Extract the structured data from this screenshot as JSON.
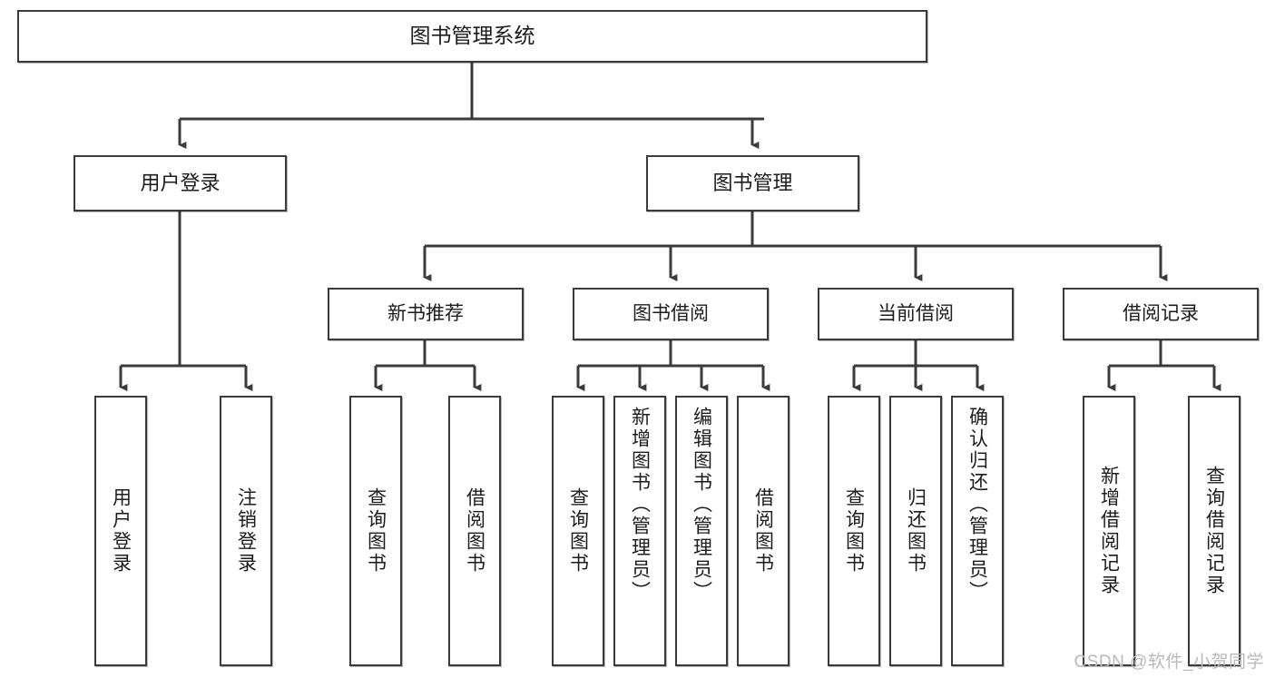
{
  "diagram": {
    "type": "tree-hierarchy-chart",
    "title": "图书管理系统",
    "watermark": "CSDN @软件_小贺同学",
    "colors": {
      "box_border": "#3b3b3b",
      "box_fill": "#ffffff",
      "connector": "#3b3b3b",
      "text": "#1c1c1c",
      "watermark": "#b9b9b9"
    },
    "nodes": {
      "root": {
        "label": "图书管理系统"
      },
      "level2": [
        {
          "id": "user-login",
          "label": "用户登录"
        },
        {
          "id": "book-management",
          "label": "图书管理"
        }
      ],
      "level3": [
        {
          "id": "new-book-recommend",
          "label": "新书推荐"
        },
        {
          "id": "book-borrow",
          "label": "图书借阅"
        },
        {
          "id": "current-borrow",
          "label": "当前借阅"
        },
        {
          "id": "borrow-record",
          "label": "借阅记录"
        }
      ],
      "leaves": {
        "user_login": [
          {
            "id": "leaf-user-login",
            "label": "用户登录"
          },
          {
            "id": "leaf-logout-login",
            "label": "注销登录"
          }
        ],
        "new_book_recommend": [
          {
            "id": "leaf-query-book-1",
            "label": "查询图书"
          },
          {
            "id": "leaf-borrow-book-1",
            "label": "借阅图书"
          }
        ],
        "book_borrow": [
          {
            "id": "leaf-query-book-2",
            "label": "查询图书"
          },
          {
            "id": "leaf-add-book",
            "label": "新增图书（管理员）"
          },
          {
            "id": "leaf-edit-book",
            "label": "编辑图书（管理员）"
          },
          {
            "id": "leaf-borrow-book-2",
            "label": "借阅图书"
          }
        ],
        "current_borrow": [
          {
            "id": "leaf-query-book-3",
            "label": "查询图书"
          },
          {
            "id": "leaf-return-book",
            "label": "归还图书"
          },
          {
            "id": "leaf-confirm-return",
            "label": "确认归还（管理员）"
          }
        ],
        "borrow_record": [
          {
            "id": "leaf-add-record",
            "label": "新增借阅记录"
          },
          {
            "id": "leaf-query-record",
            "label": "查询借阅记录"
          }
        ]
      }
    }
  }
}
